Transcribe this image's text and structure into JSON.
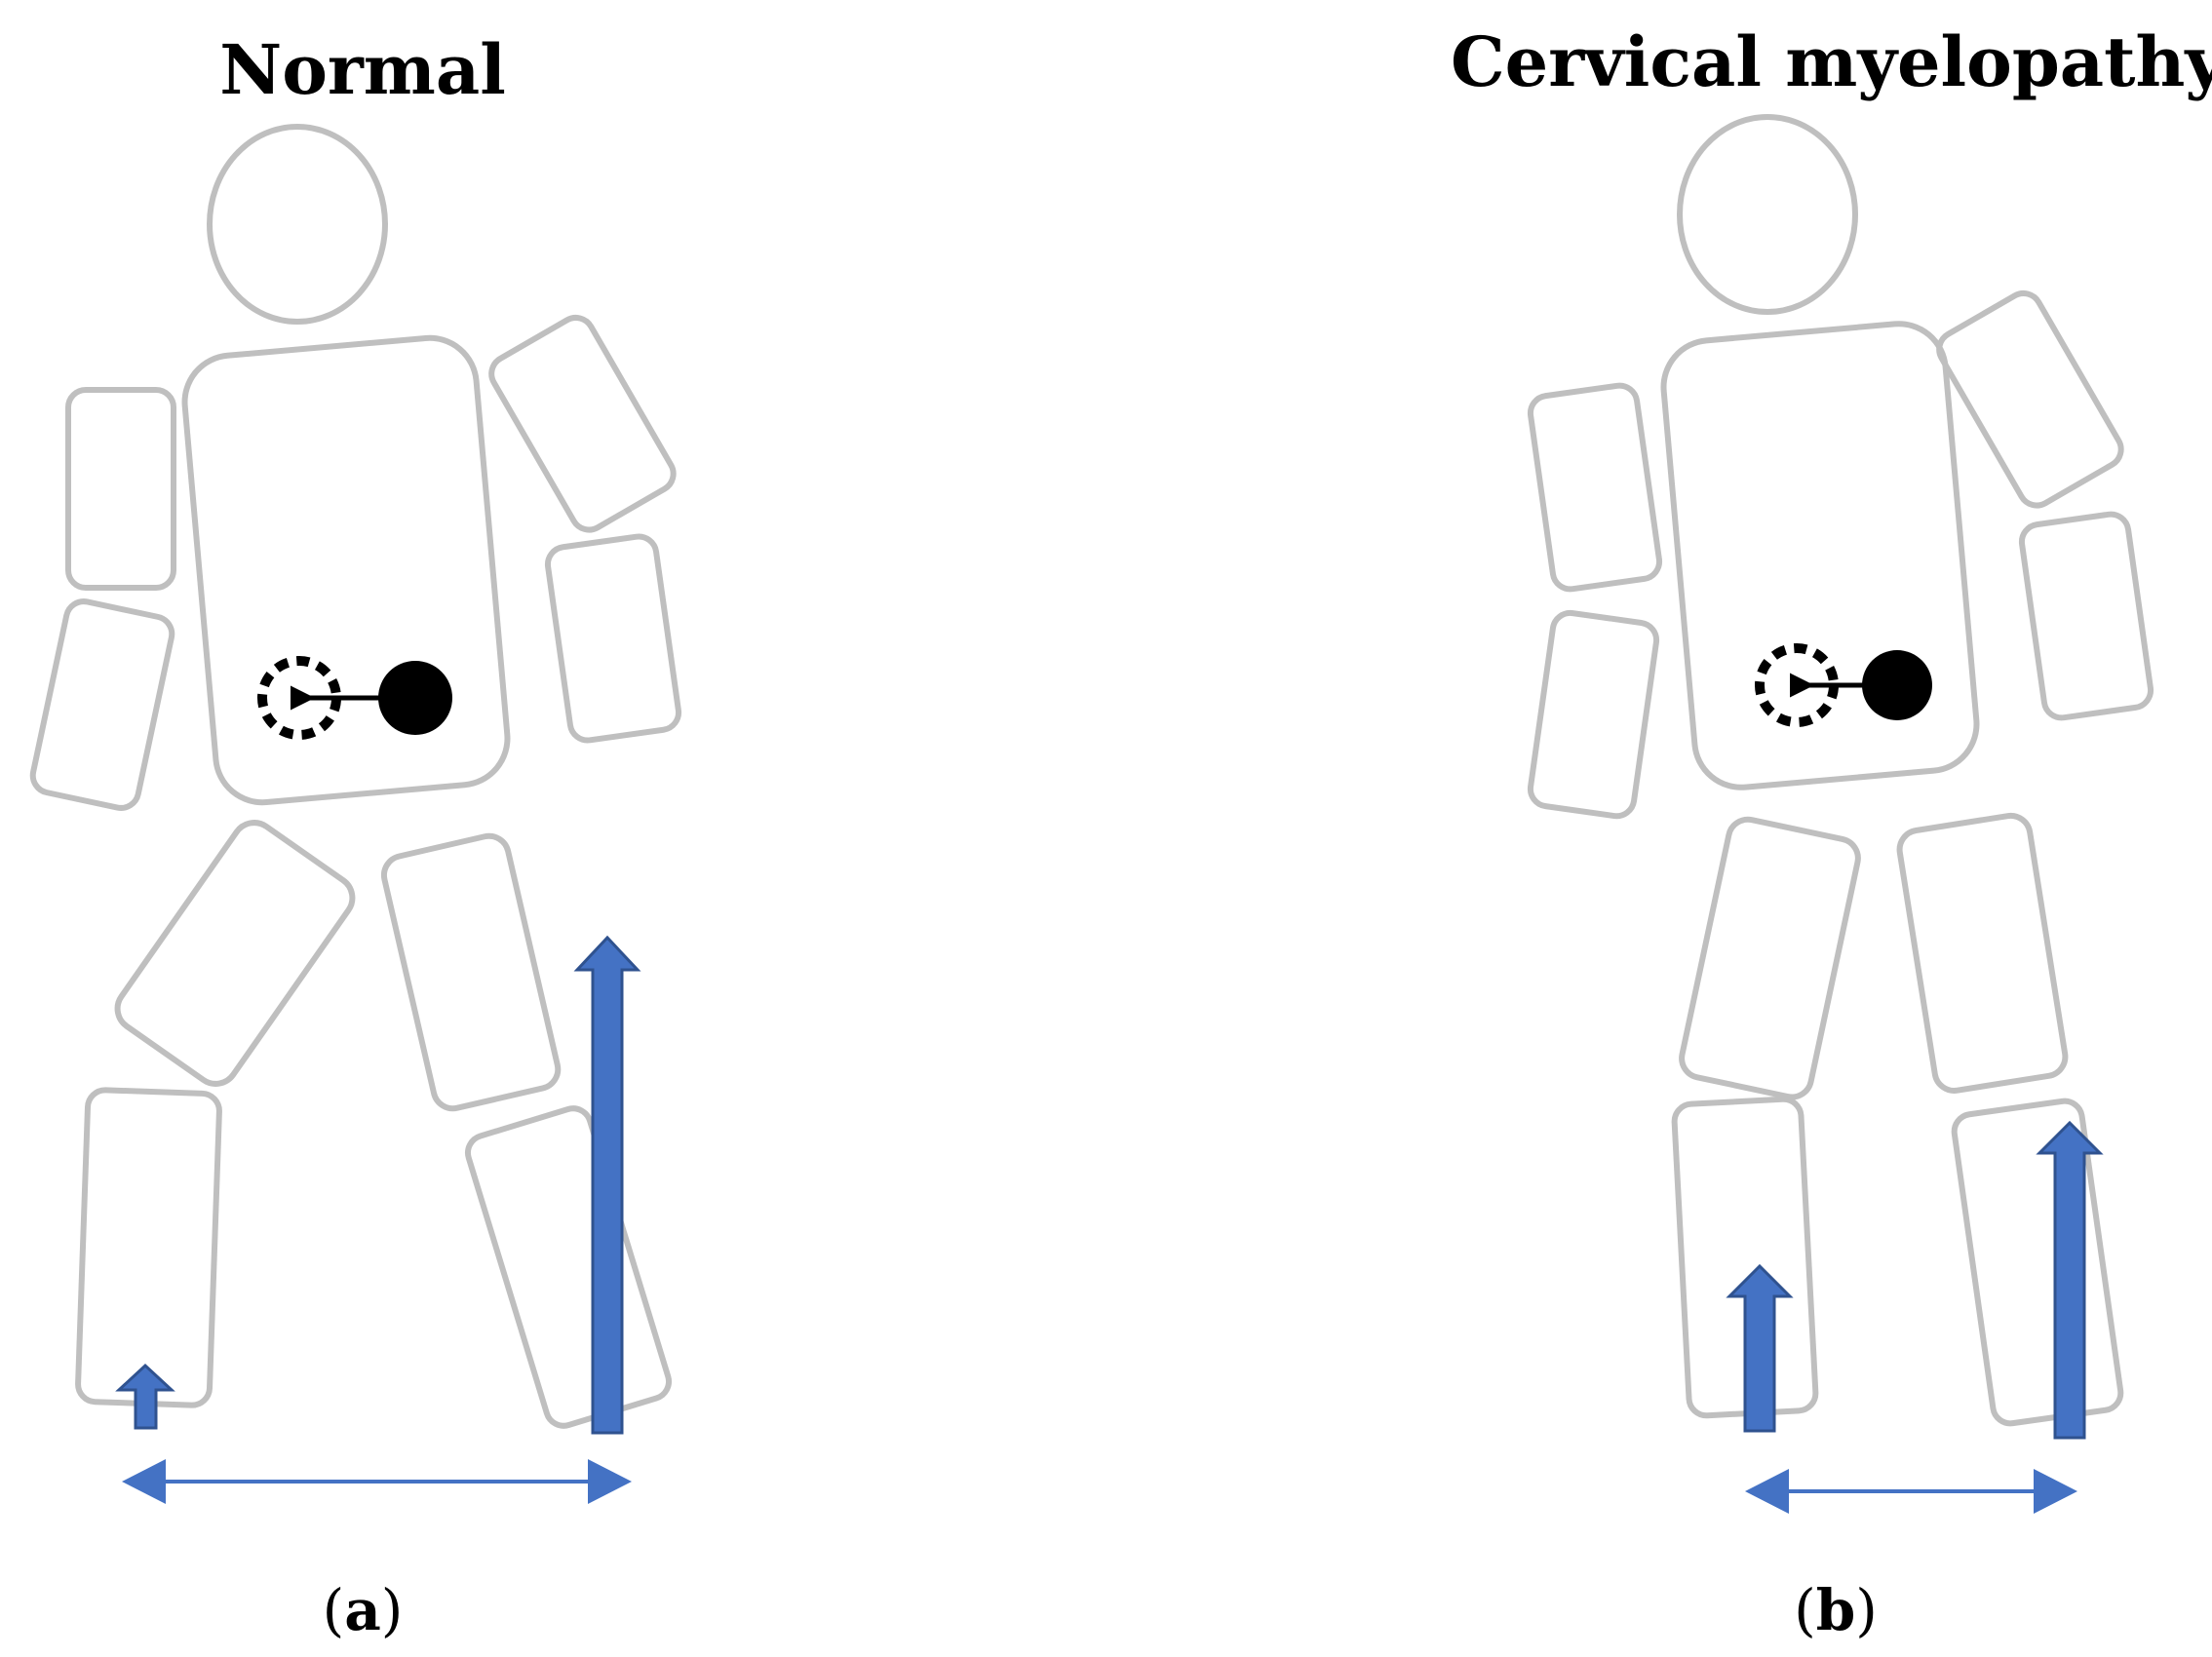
{
  "panels": [
    {
      "id": "a",
      "title": "Normal",
      "label": "a"
    },
    {
      "id": "b",
      "title": "Cervical myelopathy",
      "label": "b"
    }
  ],
  "colors": {
    "body_outline": "#bfbfbf",
    "force_arrow_fill": "#4472c4",
    "force_arrow_stroke": "#2f528f",
    "step_arrow": "#4472c4",
    "com": "#000000"
  }
}
